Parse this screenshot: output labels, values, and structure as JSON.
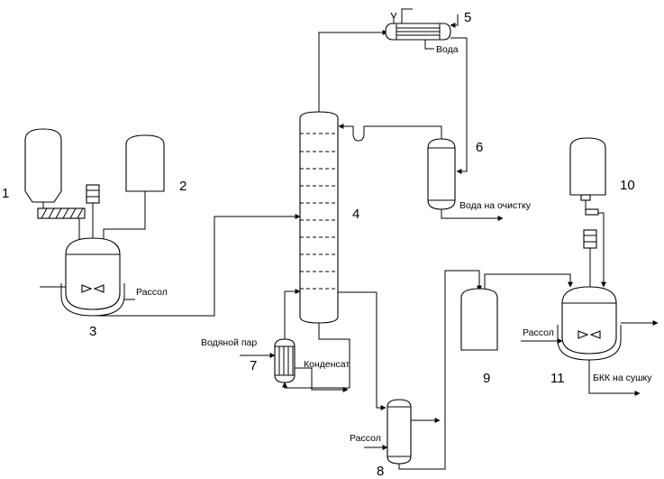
{
  "numbers": {
    "n1": "1",
    "n2": "2",
    "n3": "3",
    "n4": "4",
    "n5": "5",
    "n6": "6",
    "n7": "7",
    "n8": "8",
    "n9": "9",
    "n10": "10",
    "n11": "11"
  },
  "labels": {
    "brine_3": "Рассол",
    "water_5": "Вода",
    "water_purify": "Вода на очистку",
    "steam": "Водяной пар",
    "condensate": "Конденсат",
    "brine_8": "Рассол",
    "brine_11": "Рассол",
    "bkk_drying": "БКК на сушку"
  }
}
